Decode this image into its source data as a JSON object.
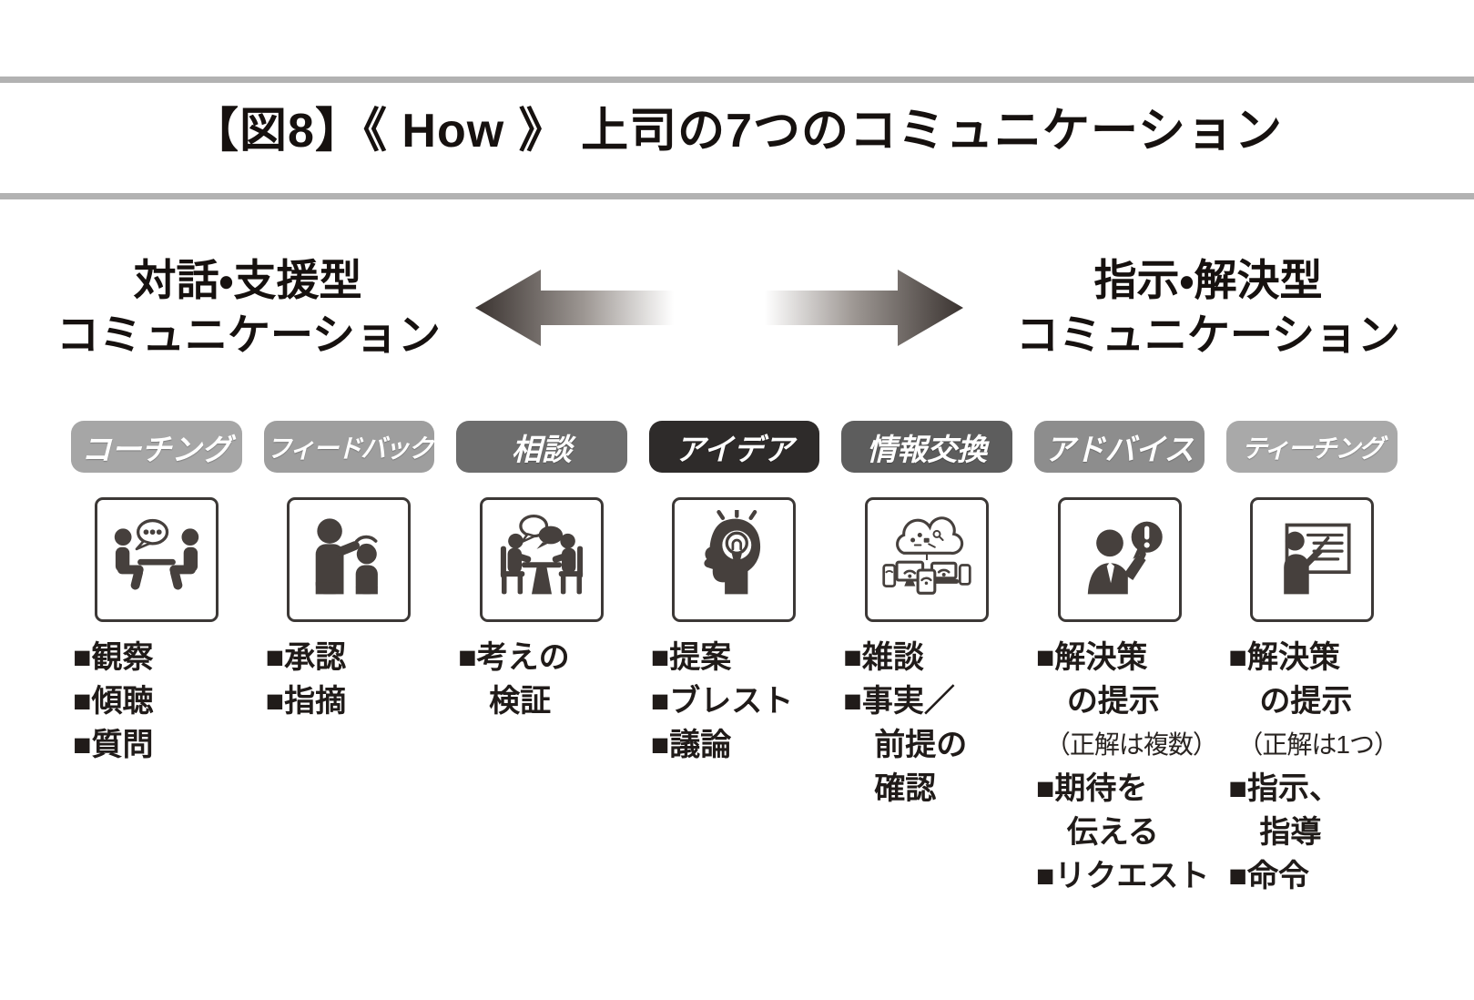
{
  "title": "【図8】《 How 》 上司の7つのコミュニケーション",
  "bullet_marker": "■",
  "axis": {
    "left": {
      "line1": "対話・支援型",
      "line2": "コミュニケーション"
    },
    "right": {
      "line1": "指示・解決型",
      "line2": "コミュニケーション"
    }
  },
  "colors": {
    "rule_gray": "#b2b2b2",
    "text_black": "#16110f",
    "icon_ink": "#46403d",
    "arrow_dark": "#3a3330",
    "badge_text": "#ffffff"
  },
  "columns": [
    {
      "label": "コーチング",
      "badge_color": "#a6a6a6",
      "icon": "coaching-conversation-icon",
      "items": [
        {
          "lines": [
            "観察"
          ]
        },
        {
          "lines": [
            "傾聴"
          ]
        },
        {
          "lines": [
            "質問"
          ]
        }
      ]
    },
    {
      "label": "フィードバック",
      "badge_color": "#9e9e9e",
      "icon": "feedback-pat-icon",
      "items": [
        {
          "lines": [
            "承認"
          ]
        },
        {
          "lines": [
            "指摘"
          ]
        }
      ]
    },
    {
      "label": "相談",
      "badge_color": "#6d6d6d",
      "icon": "consultation-table-icon",
      "items": [
        {
          "lines": [
            "考えの",
            "検証"
          ]
        }
      ]
    },
    {
      "label": "アイデア",
      "badge_color": "#2e2b2a",
      "icon": "idea-head-bulb-icon",
      "items": [
        {
          "lines": [
            "提案"
          ]
        },
        {
          "lines": [
            "ブレスト"
          ]
        },
        {
          "lines": [
            "議論"
          ]
        }
      ]
    },
    {
      "label": "情報交換",
      "badge_color": "#5d5d5d",
      "icon": "info-exchange-cloud-icon",
      "items": [
        {
          "lines": [
            "雑談"
          ]
        },
        {
          "lines": [
            "事実／",
            "前提の",
            "確認"
          ]
        }
      ]
    },
    {
      "label": "アドバイス",
      "badge_color": "#8d8d8d",
      "icon": "advice-sign-icon",
      "items": [
        {
          "lines": [
            "解決策",
            "の提示"
          ],
          "note": "（正解は複数）"
        },
        {
          "lines": [
            "期待を",
            "伝える"
          ]
        },
        {
          "lines": [
            "リクエスト"
          ]
        }
      ]
    },
    {
      "label": "ティーチング",
      "badge_color": "#a9a9a9",
      "icon": "teaching-whiteboard-icon",
      "items": [
        {
          "lines": [
            "解決策",
            "の提示"
          ],
          "note": "（正解は1つ）"
        },
        {
          "lines": [
            "指示、",
            "指導"
          ]
        },
        {
          "lines": [
            "命令"
          ]
        }
      ]
    }
  ]
}
